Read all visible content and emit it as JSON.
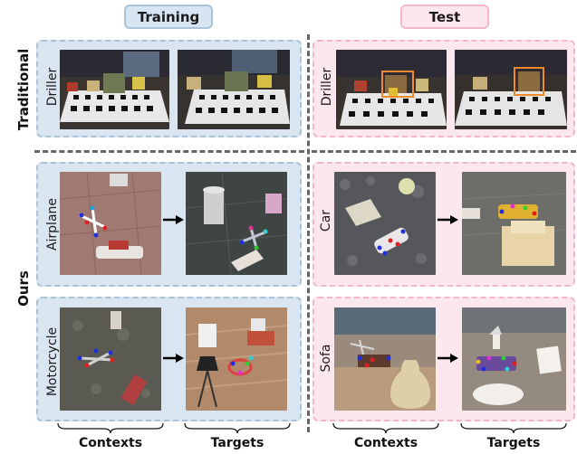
{
  "headers": {
    "training": "Training",
    "test": "Test"
  },
  "rows": {
    "traditional": "Traditional",
    "ours": "Ours"
  },
  "objects": {
    "driller_train": "Driller",
    "driller_test": "Driller",
    "airplane": "Airplane",
    "motorcycle": "Motorcycle",
    "car": "Car",
    "sofa": "Sofa"
  },
  "bottom": {
    "contexts_train": "Contexts",
    "targets_train": "Targets",
    "contexts_test": "Contexts",
    "targets_test": "Targets"
  },
  "colors": {
    "training_bg": "#d9e6f1",
    "test_bg": "#fde7ee",
    "bbox": "#f08a2a"
  }
}
